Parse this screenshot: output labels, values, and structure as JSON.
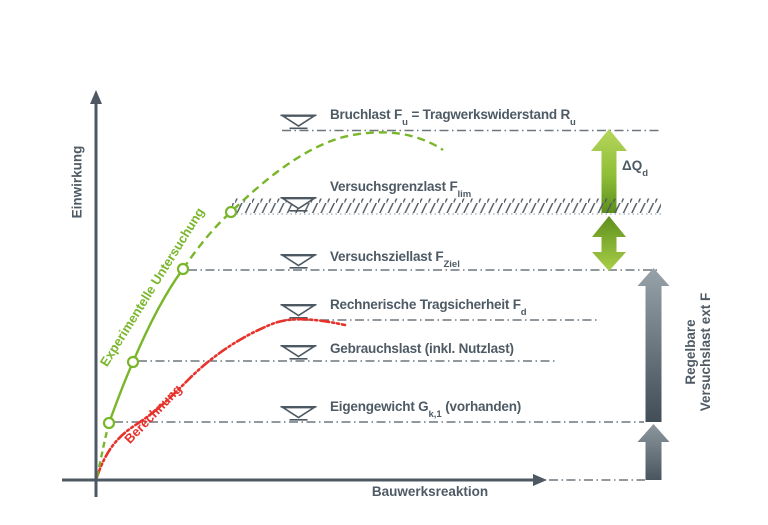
{
  "figure": {
    "axes": {
      "y_label": "Einwirkung",
      "x_label": "Bauwerksreaktion"
    },
    "curves": [
      {
        "id": "experimental",
        "label": "Experimentelle Untersuchung",
        "color": "#79b62a",
        "style": "solid-with-dashed-extrapolation",
        "markers": "circles-at-load-levels"
      },
      {
        "id": "calculation",
        "label": "Berechnung",
        "color": "#e8312a",
        "style": "dash-dot-dot"
      }
    ],
    "levels": [
      {
        "id": "bruchlast",
        "pre": "Bruchlast F",
        "sub": "u",
        "mid": " = Tragwerkswiderstand R",
        "sub2": "u"
      },
      {
        "id": "versuchsgrenzlast",
        "pre": "Versuchsgrenzlast F",
        "sub": "lim"
      },
      {
        "id": "versuchsziellast",
        "pre": "Versuchsziellast F",
        "sub": "Ziel"
      },
      {
        "id": "tragsicherheit",
        "pre": "Rechnerische Tragsicherheit F",
        "sub": "d"
      },
      {
        "id": "gebrauchslast",
        "pre": "Gebrauchslast (inkl. Nutzlast)"
      },
      {
        "id": "eigengewicht",
        "pre": "Eigengewicht G",
        "sub": "k,1",
        "mid": " (vorhanden)"
      }
    ],
    "annotations": {
      "delta_pre": "ΔQ",
      "delta_sub": "d",
      "right_line1": "Regelbare",
      "right_line2": "Versuchslast ext F"
    },
    "colors": {
      "text_gray": "#4e5a64",
      "line_gray": "#6d767e",
      "axis_gray": "#4d5862",
      "green": "#79b62a",
      "green_light": "#b6d65c",
      "green_dark": "#5e8f1c",
      "red": "#e8312a",
      "gray_arrow_light": "#98a2a9",
      "gray_arrow_dark": "#414d57"
    }
  }
}
